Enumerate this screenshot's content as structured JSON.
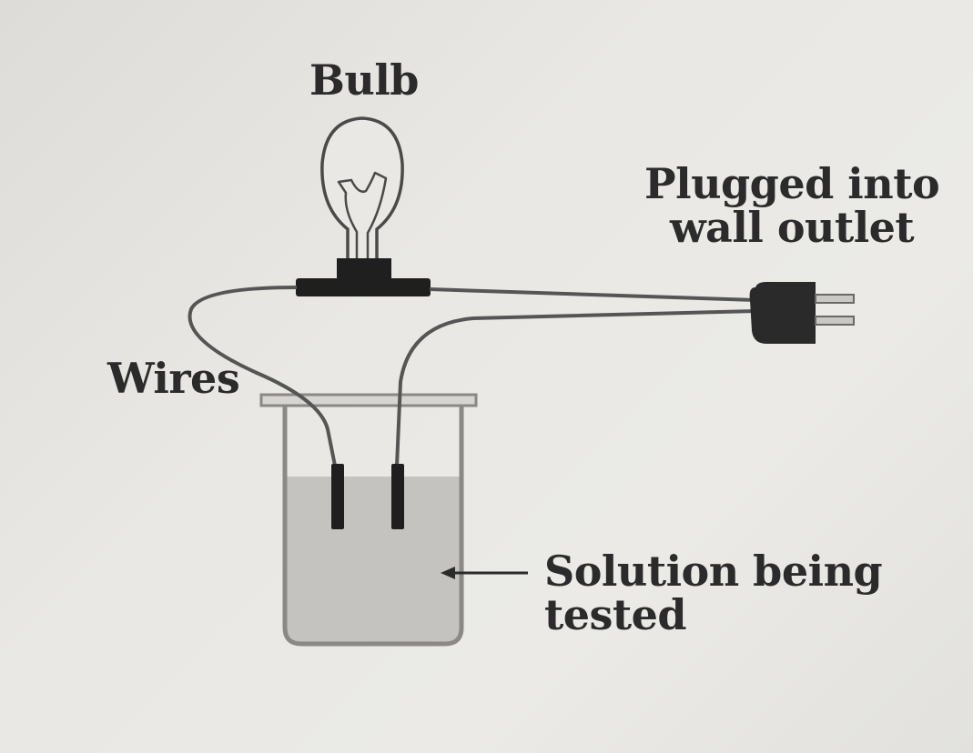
{
  "labels": {
    "bulb": "Bulb",
    "plug_line1": "Plugged into",
    "plug_line2": "wall outlet",
    "wires": "Wires",
    "solution_line1": "Solution being",
    "solution_line2": "tested"
  },
  "colors": {
    "background": "#e6e5e1",
    "text": "#2b2b2b",
    "liquid": "#c4c3c0",
    "dark_parts": "#1f1f1f",
    "wire": "#555555"
  }
}
